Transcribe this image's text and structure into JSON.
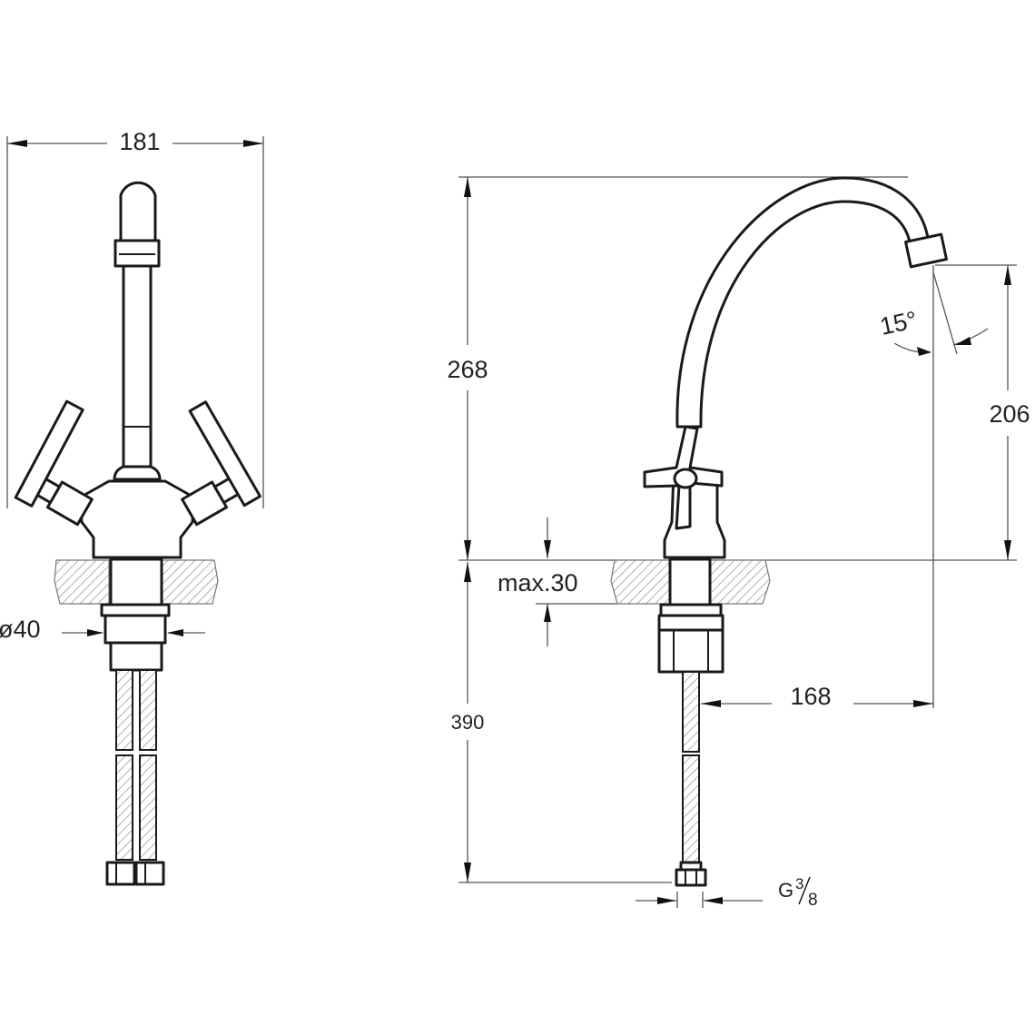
{
  "drawing": {
    "front_view": {
      "width_label": "181",
      "base_diameter_label": "ø40"
    },
    "side_view": {
      "height_label": "268",
      "spout_height_label": "206",
      "spout_angle_label": "15°",
      "counter_thickness_label": "max.30",
      "hose_length_label": "390",
      "spout_reach_label": "168",
      "connection_label": {
        "prefix": "G",
        "numerator": "3",
        "denominator": "8"
      }
    },
    "colors": {
      "line": "#1a1a1a",
      "dimension": "#555555",
      "hatch": "#888888"
    }
  }
}
